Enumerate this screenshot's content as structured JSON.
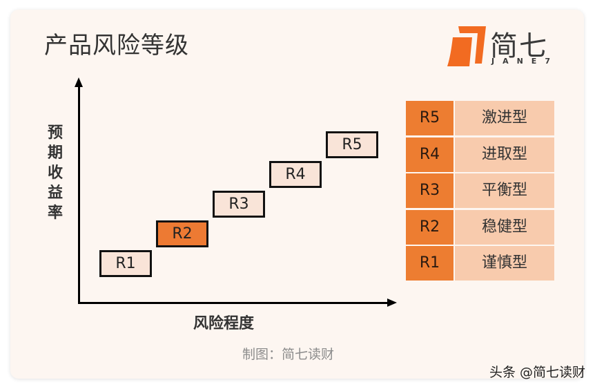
{
  "title": "产品风险等级",
  "logo": {
    "cn": "简七",
    "en": "JANE7",
    "accent_color": "#f26b21"
  },
  "axes": {
    "y_label": [
      "预",
      "期",
      "收",
      "益",
      "率"
    ],
    "x_label": "风险程度"
  },
  "levels": [
    {
      "code": "R1",
      "highlighted": false
    },
    {
      "code": "R2",
      "highlighted": true
    },
    {
      "code": "R3",
      "highlighted": false
    },
    {
      "code": "R4",
      "highlighted": false
    },
    {
      "code": "R5",
      "highlighted": false
    }
  ],
  "legend_table": [
    {
      "code": "R5",
      "name": "激进型"
    },
    {
      "code": "R4",
      "name": "进取型"
    },
    {
      "code": "R3",
      "name": "平衡型"
    },
    {
      "code": "R2",
      "name": "稳健型"
    },
    {
      "code": "R1",
      "name": "谨慎型"
    }
  ],
  "source": "制图：简七读财",
  "watermark": "头条 @简七读财",
  "colors": {
    "highlight": "#ed7a33",
    "box_fill": "#f9e4d8",
    "table_code": "#ed7d31",
    "table_name": "#f8cbad",
    "background": "#fdf6f1"
  }
}
